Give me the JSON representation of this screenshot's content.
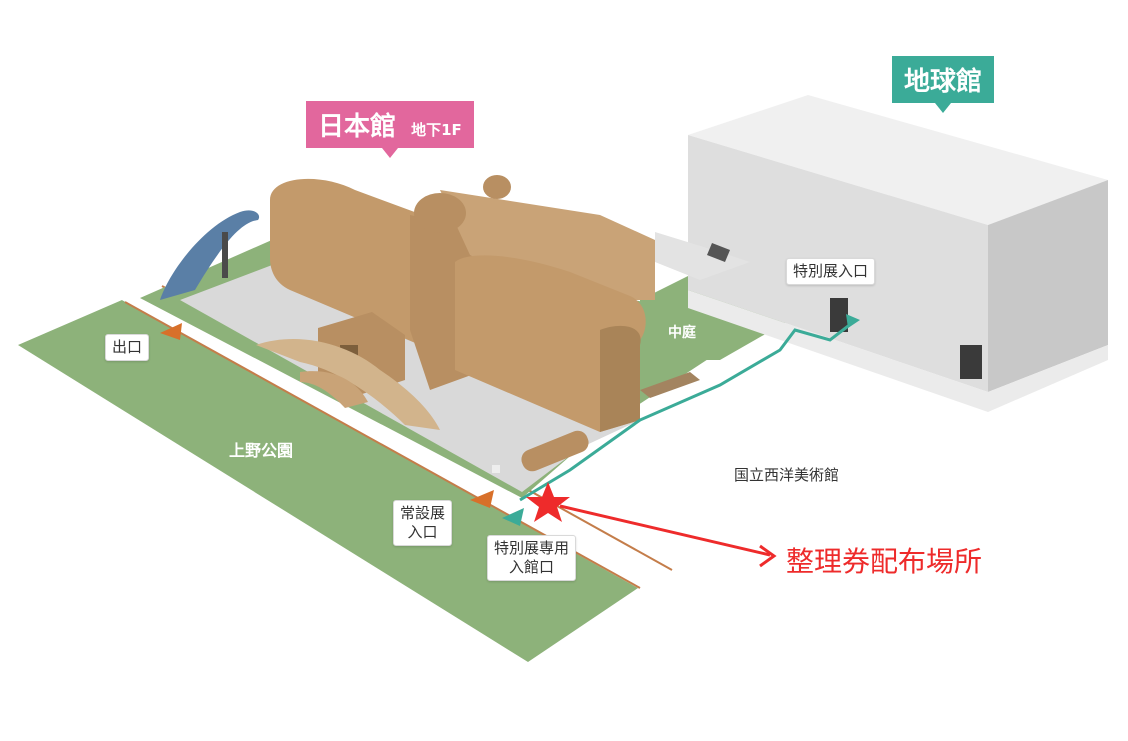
{
  "map": {
    "nihonkan": {
      "name": "日本館",
      "floor": "地下1F",
      "color": "#e2679d"
    },
    "chikyukan": {
      "name": "地球館",
      "color": "#3bab98"
    },
    "labels": {
      "exit": "出口",
      "ueno_park": "上野公園",
      "courtyard": "中庭",
      "museum_western_art": "国立西洋美術館",
      "special_entrance": "特別展入口",
      "permanent_entrance": "常設展\n入口",
      "special_only_entrance": "特別展専用\n入館口"
    },
    "ticket_location": {
      "text": "整理券配布場所",
      "color": "#ee2b2b"
    },
    "colors": {
      "route": "#3bab98",
      "grass": "#8db27a",
      "building_brown": "#c39a6b",
      "arrow_orange": "#d8702a"
    }
  }
}
